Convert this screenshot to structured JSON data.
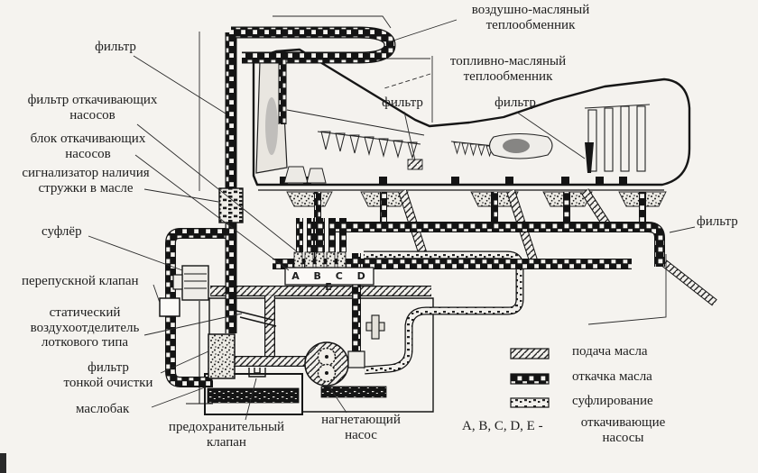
{
  "labels": {
    "air_oil_hx": "воздушно-масляный\nтеплообменник",
    "fuel_oil_hx": "топливно-масляный\nтеплообменник",
    "filter_top_left": "фильтр",
    "scavenge_filter": "фильтр откачивающих\nнасосов",
    "scavenge_pump_block": "блок откачивающих\nнасосов",
    "chip_detector": "сигнализатор наличия\nстружки в масле",
    "breather": "суфлёр",
    "bypass_valve": "перепускной клапан",
    "air_separator": "статический\nвоздухоотделитель\nлоткового типа",
    "fine_filter": "фильтр\nтонкой очистки",
    "oil_tank": "маслобак",
    "safety_valve": "предохранительный\nклапан",
    "pressure_pump": "нагнетающий\nнасос",
    "filter_mid_left": "фильтр",
    "filter_mid_right": "фильтр",
    "filter_right": "фильтр",
    "pump_letters": "A B C D E"
  },
  "legend": {
    "items": [
      {
        "symbol": "oil-supply-hatched",
        "label": "подача масла"
      },
      {
        "symbol": "oil-scavenge-checkered",
        "label": "откачка масла"
      },
      {
        "symbol": "breather-dotted",
        "label": "суфлирование"
      }
    ],
    "pumps_key": "A, B, C, D, E  -",
    "pumps_label": "откачивающие\nнасосы"
  },
  "colors": {
    "ink": "#1a1a1a",
    "paper": "#f5f3ef"
  }
}
